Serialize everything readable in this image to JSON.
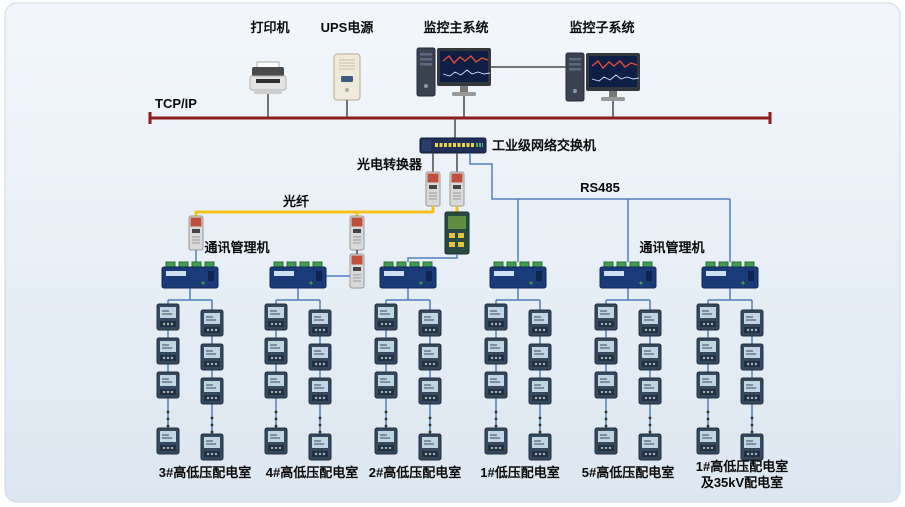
{
  "diagram": {
    "labels": {
      "printer": "打印机",
      "ups": "UPS电源",
      "main_system": "监控主系统",
      "sub_system": "监控子系统",
      "tcpip": "TCP/IP",
      "switch": "工业级网络交换机",
      "fiber_converter": "光电转换器",
      "fiber": "光纤",
      "rs485": "RS485",
      "comm_manager_left": "通讯管理机",
      "comm_manager_right": "通讯管理机"
    },
    "groups": [
      {
        "label": "3#高低压配电室"
      },
      {
        "label": "4#高低压配电室"
      },
      {
        "label": "2#高低压配电室"
      },
      {
        "label": "1#低压配电室"
      },
      {
        "label": "5#高低压配电室"
      },
      {
        "label": "1#高低压配电室",
        "label2": "及35kV配电室"
      }
    ],
    "colors": {
      "bus": "#8f1d1d",
      "fiber": "#f4c21f",
      "wire": "#4f81bd",
      "background": "#e9eff6"
    }
  }
}
